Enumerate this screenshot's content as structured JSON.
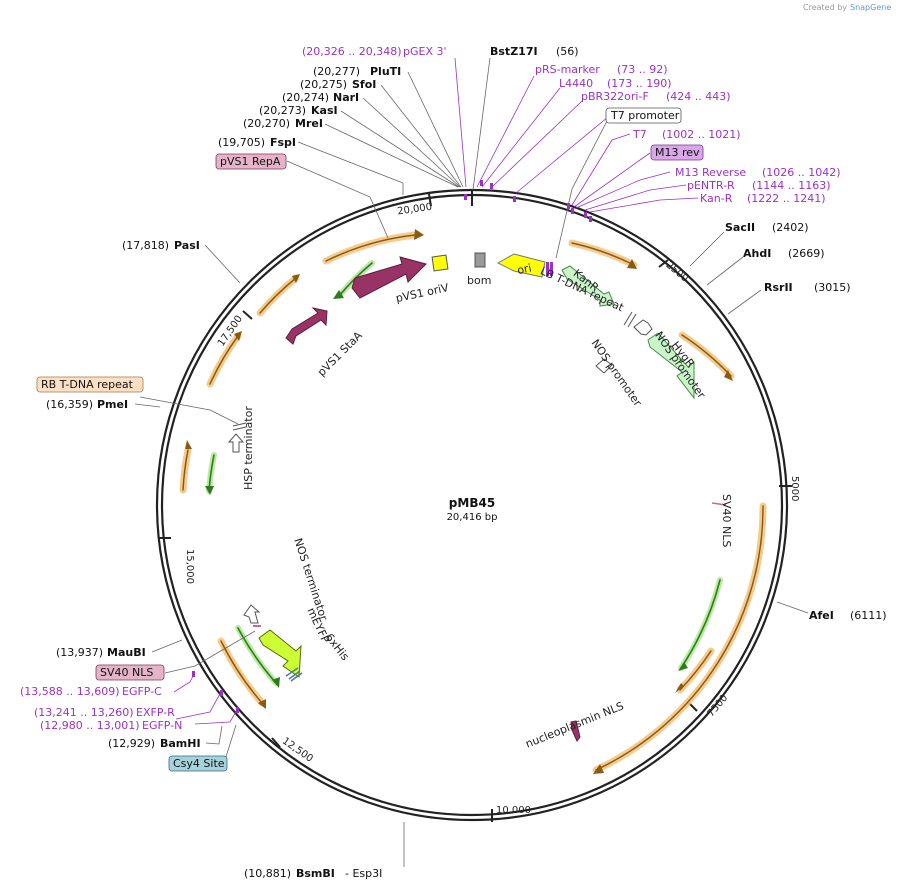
{
  "credit": "Created by",
  "brand": "SnapGene",
  "plasmid": {
    "name": "pMB45",
    "size_label": "20,416 bp"
  },
  "ticks": [
    "20,000",
    "2500",
    "5000",
    "7500",
    "10,000",
    "12,500",
    "15,000",
    "17,500"
  ],
  "sites": [
    {
      "id": "bstz17i",
      "pos": "(56)",
      "name": "BstZ17I"
    },
    {
      "id": "pluti",
      "pos": "(20,277)",
      "name": "PluTI"
    },
    {
      "id": "sfoi",
      "pos": "(20,275)",
      "name": "SfoI"
    },
    {
      "id": "nari",
      "pos": "(20,274)",
      "name": "NarI"
    },
    {
      "id": "kasi",
      "pos": "(20,273)",
      "name": "KasI"
    },
    {
      "id": "mrei",
      "pos": "(20,270)",
      "name": "MreI"
    },
    {
      "id": "fspi",
      "pos": "(19,705)",
      "name": "FspI"
    },
    {
      "id": "pasi",
      "pos": "(17,818)",
      "name": "PasI"
    },
    {
      "id": "pmei",
      "pos": "(16,359)",
      "name": "PmeI"
    },
    {
      "id": "maubi",
      "pos": "(13,937)",
      "name": "MauBI"
    },
    {
      "id": "bamhi",
      "pos": "(12,929)",
      "name": "BamHI"
    },
    {
      "id": "bsmbi",
      "pos": "(10,881)",
      "name": "BsmBI",
      "extra": "- Esp3I"
    },
    {
      "id": "sacii",
      "pos": "(2402)",
      "name": "SacII"
    },
    {
      "id": "ahdi",
      "pos": "(2669)",
      "name": "AhdI"
    },
    {
      "id": "rsrii",
      "pos": "(3015)",
      "name": "RsrII"
    },
    {
      "id": "afei",
      "pos": "(6111)",
      "name": "AfeI"
    }
  ],
  "primers": [
    {
      "id": "pgex3",
      "range": "(20,326 .. 20,348)",
      "name": "pGEX 3'"
    },
    {
      "id": "prs",
      "name": "pRS-marker",
      "range": "(73 .. 92)"
    },
    {
      "id": "l4440",
      "name": "L4440",
      "range": "(173 .. 190)"
    },
    {
      "id": "pbr322",
      "name": "pBR322ori-F",
      "range": "(424 .. 443)"
    },
    {
      "id": "t7",
      "name": "T7",
      "range": "(1002 .. 1021)"
    },
    {
      "id": "m13rev",
      "name": "M13 Reverse",
      "range": "(1026 .. 1042)"
    },
    {
      "id": "pentr",
      "name": "pENTR-R",
      "range": "(1144 .. 1163)"
    },
    {
      "id": "kanr",
      "name": "Kan-R",
      "range": "(1222 .. 1241)"
    },
    {
      "id": "egfpc",
      "range": "(13,588 .. 13,609)",
      "name": "EGFP-C"
    },
    {
      "id": "exfpr",
      "range": "(13,241 .. 13,260)",
      "name": "EXFP-R"
    },
    {
      "id": "egfpn",
      "range": "(12,980 .. 13,001)",
      "name": "EGFP-N"
    }
  ],
  "boxed": {
    "t7_promoter": "T7 promoter",
    "m13_rev": "M13 rev",
    "pvs1_repa": "pVS1 RepA",
    "rb_tdna": "RB T-DNA repeat",
    "sv40_nls": "SV40 NLS",
    "csy4": "Csy4 Site"
  },
  "features": {
    "pvs1_oriv": "pVS1 oriV",
    "bom": "bom",
    "ori": "ori",
    "kanr": "KanR",
    "lb_tdna": "LB T-DNA repeat",
    "nos_promoter1": "NOS promoter",
    "hygr": "HygR",
    "nos_promoter2": "NOS promoter",
    "pvs1_staa": "pVS1 StaA",
    "hsp_terminator": "HSP terminator",
    "sv40_nls": "SV40 NLS",
    "nos_terminator": "NOS terminator",
    "meyfp": "mEYFP",
    "his6": "6xHis",
    "nucleoplasmin": "nucleoplasmin NLS"
  },
  "colors": {
    "site": "#111111",
    "primer": "#9b30c8",
    "orf": "#e8a33d",
    "orf_arrow": "#f3c27a",
    "green_orf": "#3e9a2a",
    "vs1": "#993366",
    "ori_yellow": "#ffff00",
    "marker_green": "#c9f5c9",
    "meyfp": "#ccff33",
    "bom_gray": "#999999",
    "m13_box": "#d9a6e8",
    "rb_box": "#fde0c4",
    "sv40_box": "#e6b4c8",
    "repa_box": "#e6b4c8",
    "csy4_box": "#a6d2dc"
  }
}
